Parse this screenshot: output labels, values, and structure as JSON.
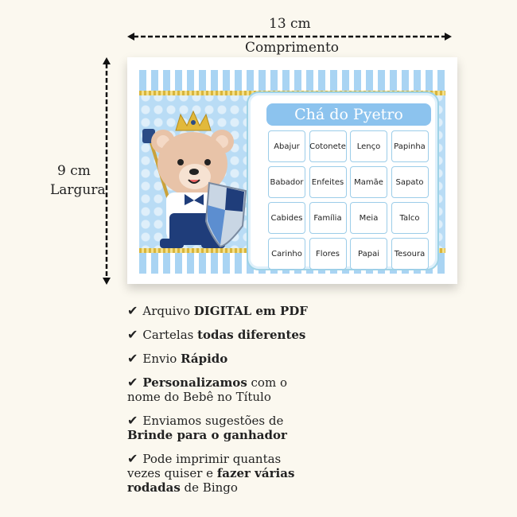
{
  "dimensions": {
    "length_value": "13 cm",
    "length_label": "Comprimento",
    "width_value": "9 cm",
    "width_label": "Largura"
  },
  "card": {
    "title": "Chá do Pyetro",
    "cells": [
      "Abajur",
      "Cotonete",
      "Lenço",
      "Papinha",
      "Babador",
      "Enfeites",
      "Mamãe",
      "Sapato",
      "Cabides",
      "Família",
      "Meia",
      "Talco",
      "Carinho",
      "Flores",
      "Papai",
      "Tesoura"
    ]
  },
  "features": [
    {
      "lines": [
        [
          {
            "t": "Arquivo ",
            "b": false
          },
          {
            "t": "DIGITAL em PDF",
            "b": true
          }
        ]
      ]
    },
    {
      "lines": [
        [
          {
            "t": "Cartelas ",
            "b": false
          },
          {
            "t": "todas diferentes",
            "b": true
          }
        ]
      ]
    },
    {
      "lines": [
        [
          {
            "t": "Envio ",
            "b": false
          },
          {
            "t": "Rápido",
            "b": true
          }
        ]
      ]
    },
    {
      "lines": [
        [
          {
            "t": "Personalizamos",
            "b": true
          },
          {
            "t": " com o",
            "b": false
          }
        ],
        [
          {
            "t": "nome do Bebê no Título",
            "b": false
          }
        ]
      ]
    },
    {
      "lines": [
        [
          {
            "t": "Enviamos sugestões de",
            "b": false
          }
        ],
        [
          {
            "t": "Brinde para o ganhador",
            "b": true
          }
        ]
      ]
    },
    {
      "lines": [
        [
          {
            "t": "Pode imprimir quantas",
            "b": false
          }
        ],
        [
          {
            "t": "vezes quiser e ",
            "b": false
          },
          {
            "t": "fazer várias",
            "b": true
          }
        ],
        [
          {
            "t": "rodadas",
            "b": true
          },
          {
            "t": " de Bingo",
            "b": false
          }
        ]
      ]
    }
  ],
  "icons": {
    "check": "check-icon",
    "bear": "teddy-bear-prince-icon"
  },
  "colors": {
    "stripe_blue": "#a9d4f3",
    "title_blue": "#8cc3ee",
    "gold": "#d8b53c",
    "background": "#fbf8ef"
  }
}
